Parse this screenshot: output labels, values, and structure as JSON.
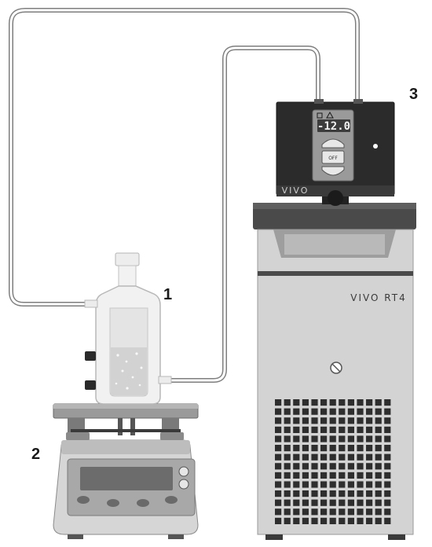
{
  "labels": {
    "reactor": "1",
    "stirrer": "2",
    "controller": "3"
  },
  "controller": {
    "display_value": "-12.0",
    "button_label": "OFF",
    "brand": "VIVO"
  },
  "chiller": {
    "brand": "VIVO RT4"
  },
  "colors": {
    "controller_body": "#2b2b2b",
    "chiller_body": "#cfcfcf",
    "tubing": "#8a8a8a"
  }
}
